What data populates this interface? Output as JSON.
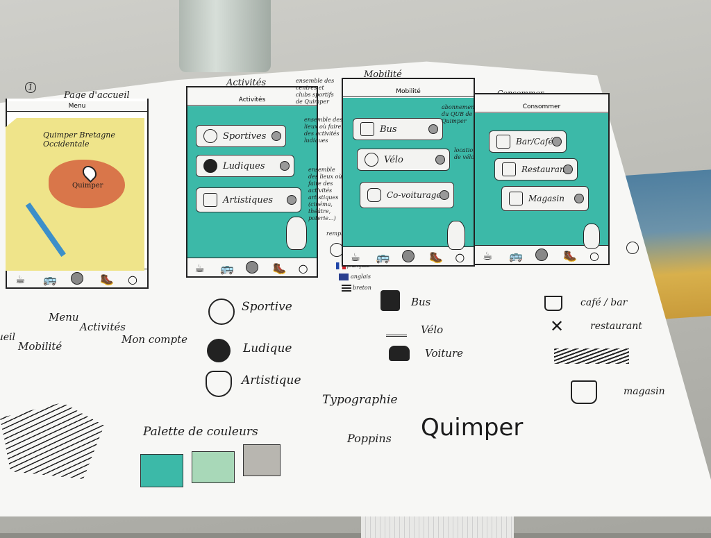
{
  "sheet_number": "1",
  "screens": {
    "home": {
      "heading": "Page d'accueil",
      "bar": "Menu",
      "map_label_city": "Quimper Bretagne Occidentale",
      "map_pin": "Quimper",
      "callouts": [
        "Menu",
        "Activités",
        "Mon compte",
        "Mobilité",
        "Accueil"
      ]
    },
    "activities": {
      "heading": "Activités",
      "bar": "Activités",
      "cards": [
        "Sportives",
        "Ludiques",
        "Artistiques"
      ],
      "notes": [
        "ensemble des centres et clubs sportifs de Quimper",
        "ensemble des lieux où faire des activités ludiques",
        "ensemble des lieux où faire des activités artistiques (cinéma, théâtre, poterie...)"
      ],
      "lang_note": "remplacer",
      "languages": [
        "français",
        "anglais",
        "breton"
      ]
    },
    "mobility": {
      "heading": "Mobilité",
      "bar": "Mobilité",
      "cards": [
        "Bus",
        "Vélo",
        "Co-voiturage"
      ],
      "notes": [
        "abonnements du QUB de Quimper",
        "location de vélo"
      ]
    },
    "consume": {
      "heading": "Consommer",
      "bar": "Consommer",
      "cards": [
        "Bar/Café",
        "Restaurant",
        "Magasin"
      ]
    }
  },
  "legend": {
    "activities": [
      "Sportive",
      "Ludique",
      "Artistique"
    ],
    "mobility": [
      "Bus",
      "Vélo",
      "Voiture"
    ],
    "consume": [
      "café / bar",
      "restaurant",
      "magasin"
    ]
  },
  "palette": {
    "title": "Palette de couleurs",
    "colors": [
      "#3cb9a8",
      "#a8d8b8",
      "#b8b6b0"
    ]
  },
  "typography": {
    "title": "Typographie",
    "font": "Poppins",
    "sample": "Quimper"
  }
}
